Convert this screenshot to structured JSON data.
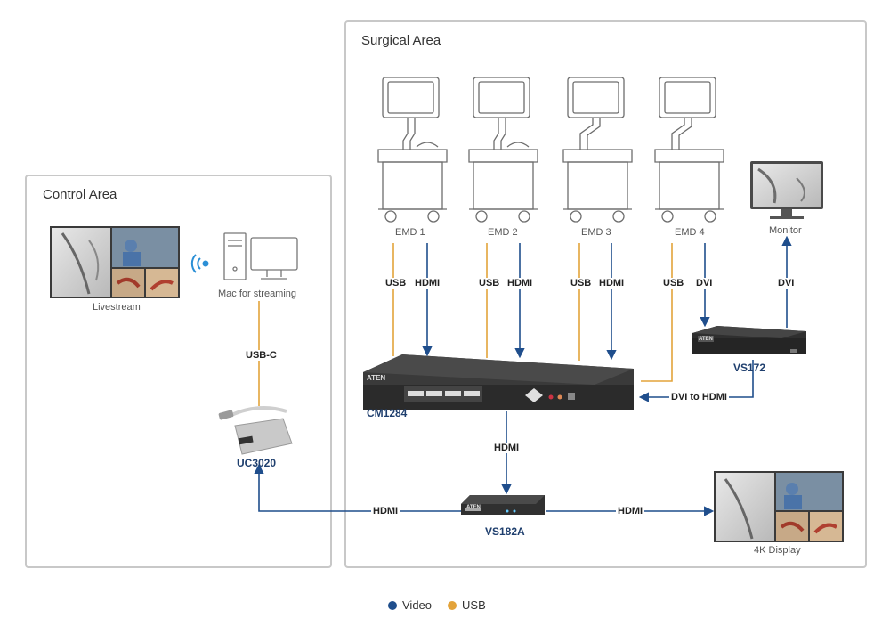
{
  "areas": {
    "surgical": "Surgical Area",
    "control": "Control Area"
  },
  "emd": [
    "EMD 1",
    "EMD 2",
    "EMD 3",
    "EMD 4"
  ],
  "monitor_label": "Monitor",
  "livestream_label": "Livestream",
  "mac_label": "Mac for streaming",
  "display_label": "4K Display",
  "devices": {
    "cm1284": "CM1284",
    "vs172": "VS172",
    "vs182a": "VS182A",
    "uc3020": "UC3020"
  },
  "device_brand": "ATEN",
  "connections": {
    "usb": "USB",
    "hdmi": "HDMI",
    "dvi": "DVI",
    "usb_c": "USB-C",
    "dvi_to_hdmi": "DVI to HDMI"
  },
  "legend": {
    "video": "Video",
    "usb": "USB"
  },
  "colors": {
    "video": "#1f4e8c",
    "usb": "#e3a33a",
    "border": "#c8c8c8",
    "device_dark": "#2b2b2b"
  }
}
